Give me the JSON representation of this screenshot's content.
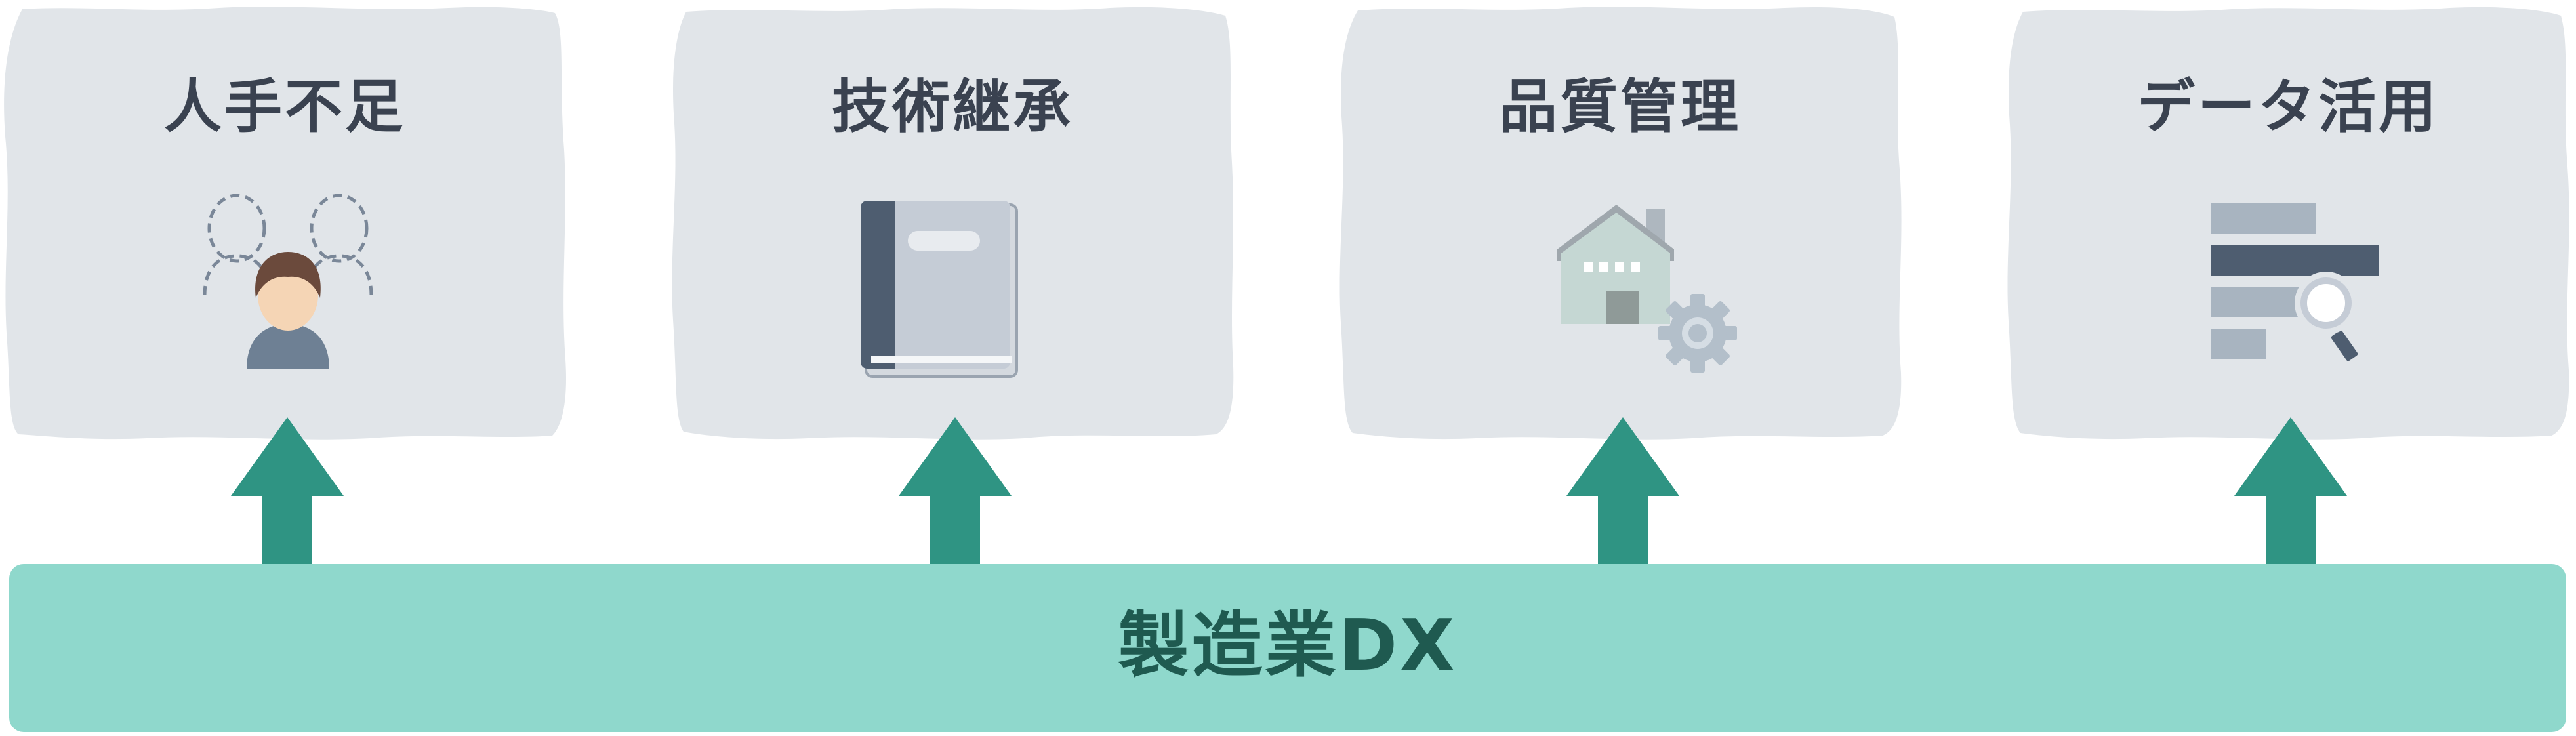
{
  "cards": [
    {
      "title": "人手不足",
      "icon": "people-shortage-icon"
    },
    {
      "title": "技術継承",
      "icon": "book-icon"
    },
    {
      "title": "品質管理",
      "icon": "factory-gear-icon"
    },
    {
      "title": "データ活用",
      "icon": "data-search-icon"
    }
  ],
  "base": {
    "label": "製造業DX"
  },
  "colors": {
    "card_bg": "#e1e5e9",
    "arrow": "#2f9483",
    "base_bg": "#8fd8cc",
    "base_text": "#1f5a50",
    "title_text": "#3a4250"
  }
}
